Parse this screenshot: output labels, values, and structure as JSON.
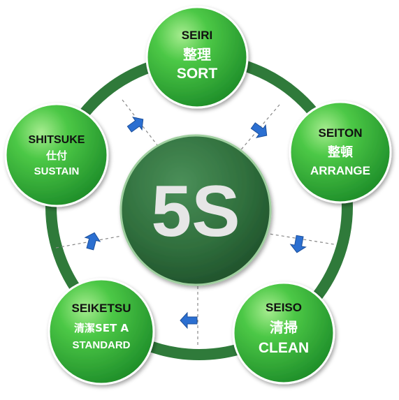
{
  "center": {
    "label": "5S"
  },
  "nodes": [
    {
      "romaji": "SEIRI",
      "kanji": "整理",
      "english": "SORT"
    },
    {
      "romaji": "SEITON",
      "kanji": "整頓",
      "english": "ARRANGE"
    },
    {
      "romaji": "SEISO",
      "kanji": "清掃",
      "english": "CLEAN"
    },
    {
      "romaji": "SEIKETSU",
      "kanji_english": "清潔SET A",
      "english": "STANDARD"
    },
    {
      "romaji": "SHITSUKE",
      "kanji": "仕付",
      "english": "SUSTAIN"
    }
  ],
  "colors": {
    "ring": "#2f7a3a",
    "node_green": "#3cb83c",
    "node_light": "#8be07a",
    "center_dark": "#2f6e3c",
    "arrow_blue": "#2b6fd1",
    "background": "#ffffff"
  },
  "icons": {
    "flow_arrow": "arrow-icon"
  }
}
